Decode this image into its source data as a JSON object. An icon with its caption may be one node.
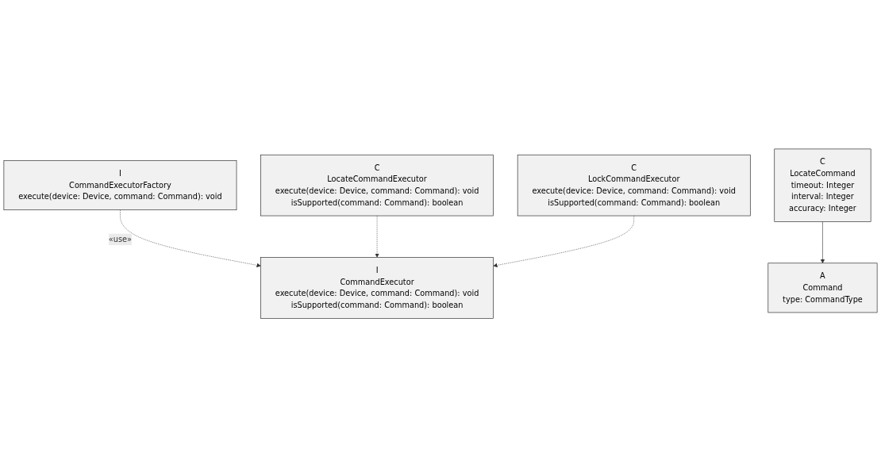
{
  "diagram": {
    "nodes": [
      {
        "text": [
          "A",
          "Command",
          "type: CommandType"
        ]
      },
      {
        "text": [
          "I",
          "CommandExecutorFactory",
          "execute(device: Device, command: Command): void"
        ]
      },
      {
        "text": [
          "C",
          "LocateCommand",
          "timeout: Integer",
          "interval: Integer",
          "accuracy: Integer"
        ]
      },
      {
        "text": [
          "I",
          "CommandExecutor",
          "execute(device: Device, command: Command): void",
          "isSupported(command: Command): boolean"
        ]
      },
      {
        "text": [
          "C",
          "LocateCommandExecutor",
          "execute(device: Device, command: Command): void",
          "isSupported(command: Command): boolean"
        ]
      },
      {
        "text": [
          "C",
          "LockCommandExecutor",
          "execute(device: Device, command: Command): void",
          "isSupported(command: Command): boolean"
        ]
      }
    ],
    "edges": [
      {
        "from": 2,
        "to": 0,
        "arrow": "to"
      },
      {
        "from": 1,
        "to": 3,
        "arrow": "to",
        "label": "«use»",
        "style": "dashed"
      },
      {
        "from": 4,
        "to": 3,
        "arrow": "to",
        "style": "dashed"
      },
      {
        "from": 5,
        "to": 3,
        "arrow": "to",
        "style": "dashed"
      }
    ]
  }
}
